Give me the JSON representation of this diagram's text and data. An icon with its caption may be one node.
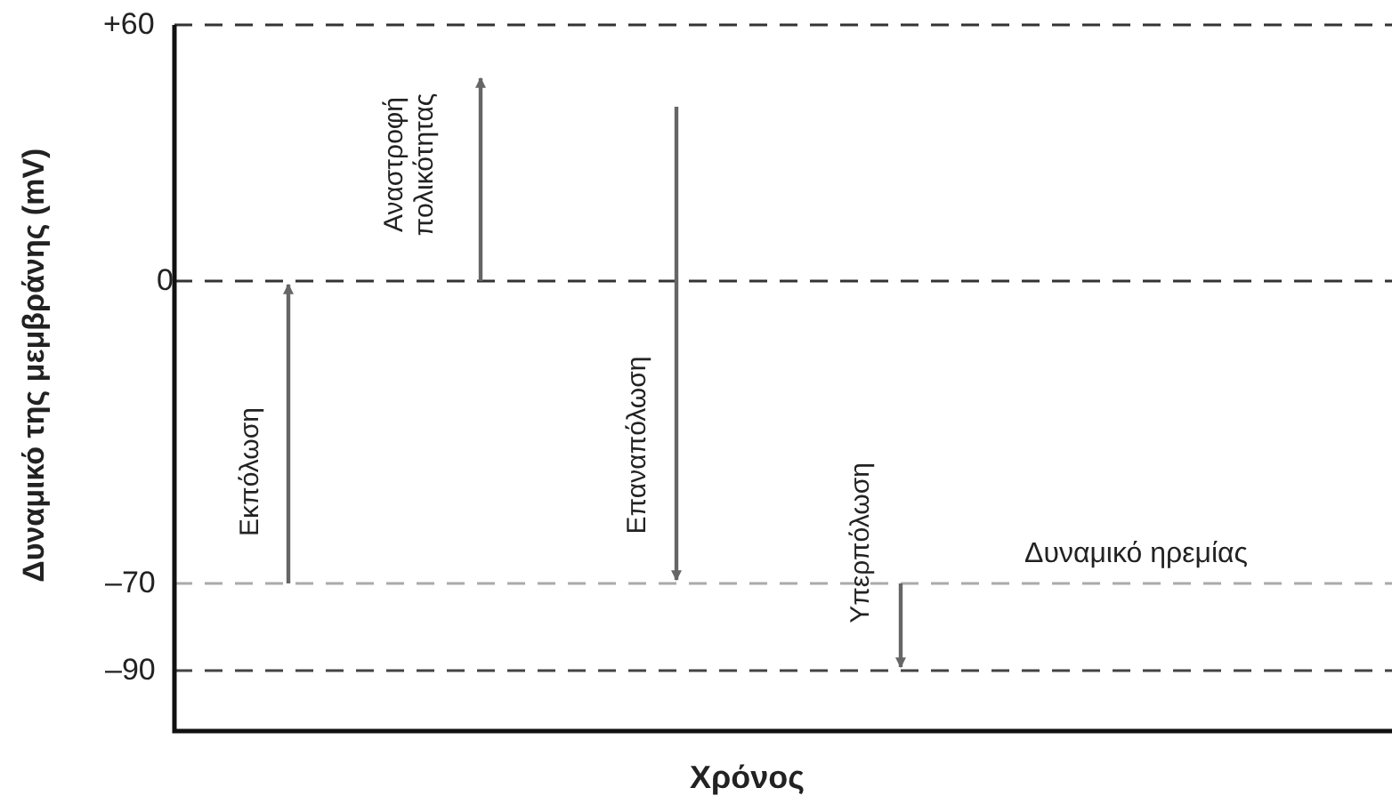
{
  "diagram": {
    "labels": [
      "+60",
      "0",
      "–70",
      "–90",
      "Δυναμικό της μεμβράνης (mV)",
      "Αναστροφή πολικότητας",
      "Εκπόλωση",
      "Επαναπόλωση",
      "Υπερπόλωση",
      "Δυναμικό ηρεμίας",
      "Χρόνος"
    ]
  }
}
